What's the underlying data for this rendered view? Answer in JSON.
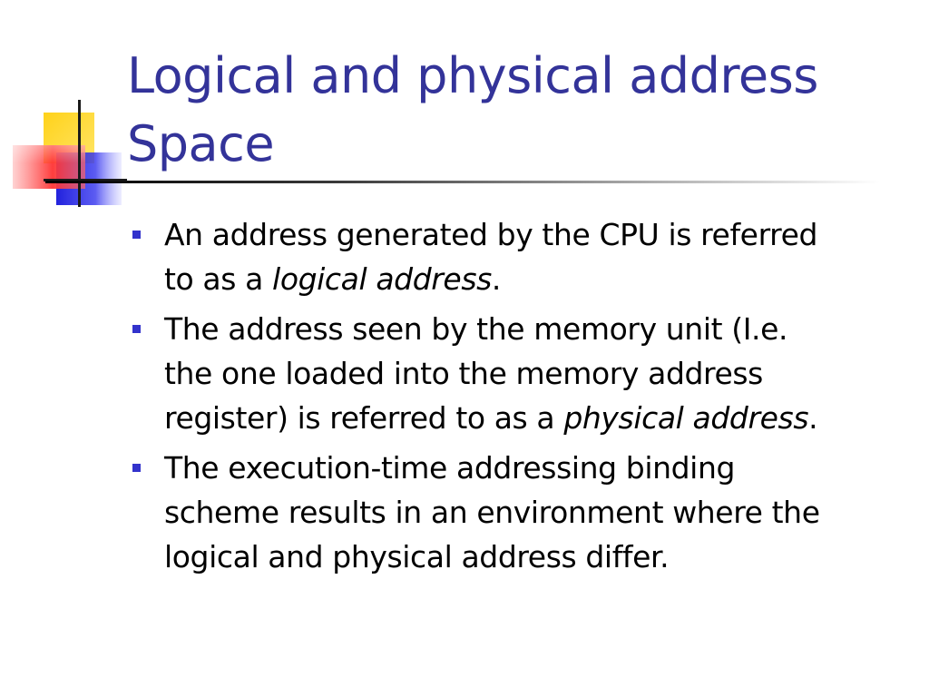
{
  "slide": {
    "title_lines": [
      "Logical and physical address",
      "Space"
    ],
    "bullets": [
      {
        "lines": [
          {
            "text": "An address generated by the CPU is referred"
          },
          {
            "pre": "to as a ",
            "em": "logical address",
            "post": "."
          }
        ]
      },
      {
        "lines": [
          {
            "text": "The address seen by the memory unit (I.e."
          },
          {
            "text": "the one loaded into the memory address"
          },
          {
            "pre": "register) is referred to as a ",
            "em": "physical address",
            "post": "."
          }
        ]
      },
      {
        "lines": [
          {
            "text": "The execution-time addressing binding"
          },
          {
            "text": "scheme results in an environment where the"
          },
          {
            "text": "logical and physical address differ."
          }
        ]
      }
    ]
  },
  "colors": {
    "title": "#333399",
    "bullet_marker": "#3333cc",
    "logo_yellow": "#ffd21a",
    "logo_red": "#ff4d4d",
    "logo_blue": "#2a2ae6"
  },
  "icons": {
    "logo": "square-logo-icon",
    "bullet": "square-bullet-icon"
  }
}
